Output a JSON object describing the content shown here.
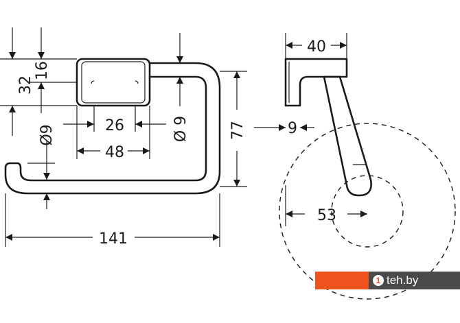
{
  "dimensions": {
    "d32": "32",
    "d16": "16",
    "d26": "26",
    "d48": "48",
    "d141": "141",
    "d77": "77",
    "d9_left": "Ø9",
    "d9_right": "Ø 9",
    "d40": "40",
    "d9_side": "9",
    "d53": "53"
  },
  "watermark": {
    "brand": "teh.by",
    "icon_glyph": "1",
    "accent_color": "#f0521e",
    "bar_color": "#4a4a4a"
  }
}
